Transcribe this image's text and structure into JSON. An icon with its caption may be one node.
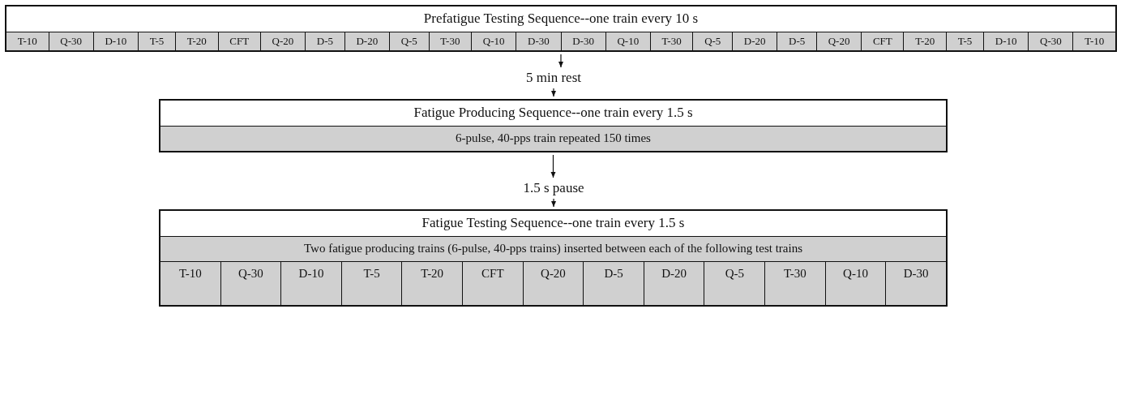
{
  "diagram": {
    "nodes": [
      {
        "text": [
          "Prefatigue Testing Sequence--one train every 10 s"
        ]
      },
      {
        "text": [
          "T-10"
        ],
        "in": 0
      },
      {
        "text": [
          "Q-30"
        ],
        "in": 0
      },
      {
        "text": [
          "D-10"
        ],
        "in": 0
      },
      {
        "text": [
          "T-5"
        ],
        "in": 0
      },
      {
        "text": [
          "T-20"
        ],
        "in": 0
      },
      {
        "text": [
          "CFT"
        ],
        "in": 0
      },
      {
        "text": [
          "Q-20"
        ],
        "in": 0
      },
      {
        "text": [
          "D-5"
        ],
        "in": 0
      },
      {
        "text": [
          "D-20"
        ],
        "in": 0
      },
      {
        "text": [
          "Q-5"
        ],
        "in": 0
      },
      {
        "text": [
          "T-30"
        ],
        "in": 0
      },
      {
        "text": [
          "Q-10"
        ],
        "in": 0
      },
      {
        "text": [
          "D-30"
        ],
        "in": 0
      },
      {
        "text": [
          "D-30"
        ],
        "in": 0
      },
      {
        "text": [
          "Q-10"
        ],
        "in": 0
      },
      {
        "text": [
          "T-30"
        ],
        "in": 0
      },
      {
        "text": [
          "Q-5"
        ],
        "in": 0
      },
      {
        "text": [
          "D-20"
        ],
        "in": 0
      },
      {
        "text": [
          "D-5"
        ],
        "in": 0
      },
      {
        "text": [
          "Q-20"
        ],
        "in": 0
      },
      {
        "text": [
          "CFT"
        ],
        "in": 0
      },
      {
        "text": [
          "T-20"
        ],
        "in": 0
      },
      {
        "text": [
          "T-5"
        ],
        "in": 0
      },
      {
        "text": [
          "D-10"
        ],
        "in": 0
      },
      {
        "text": [
          "Q-30"
        ],
        "in": 0
      },
      {
        "text": [
          "T-10"
        ],
        "in": 0
      },
      {
        "text": [
          "5 min  rest"
        ]
      },
      {
        "text": [
          "Fatigue Producing Sequence--one train every 1.5 s"
        ]
      },
      {
        "text": [
          "6-pulse, 40-pps train repeated 150 times"
        ],
        "in": 28
      },
      {
        "text": [
          "1.5 s pause"
        ]
      },
      {
        "text": [
          "Fatigue Testing Sequence--one train every 1.5 s"
        ]
      },
      {
        "text": [
          "Two fatigue producing trains (6-pulse, 40-pps trains) inserted between each of the following test trains"
        ],
        "in": 31
      },
      {
        "text": [
          "T-10"
        ],
        "in": 31
      },
      {
        "text": [
          "Q-30"
        ],
        "in": 31
      },
      {
        "text": [
          "D-10"
        ],
        "in": 31
      },
      {
        "text": [
          "T-5"
        ],
        "in": 31
      },
      {
        "text": [
          "T-20"
        ],
        "in": 31
      },
      {
        "text": [
          "CFT"
        ],
        "in": 31
      },
      {
        "text": [
          "Q-20"
        ],
        "in": 31
      },
      {
        "text": [
          "D-5"
        ],
        "in": 31
      },
      {
        "text": [
          "D-20"
        ],
        "in": 31
      },
      {
        "text": [
          "Q-5"
        ],
        "in": 31
      },
      {
        "text": [
          "T-30"
        ],
        "in": 31
      },
      {
        "text": [
          "Q-10"
        ],
        "in": 31
      },
      {
        "text": [
          "D-30"
        ],
        "in": 31
      }
    ],
    "edges": [
      {
        "from": 0,
        "to": 27,
        "arrow": "to"
      },
      {
        "from": 27,
        "to": 28,
        "arrow": "to"
      },
      {
        "from": 28,
        "to": 30,
        "arrow": "to"
      },
      {
        "from": 30,
        "to": 31,
        "arrow": "to"
      }
    ]
  }
}
